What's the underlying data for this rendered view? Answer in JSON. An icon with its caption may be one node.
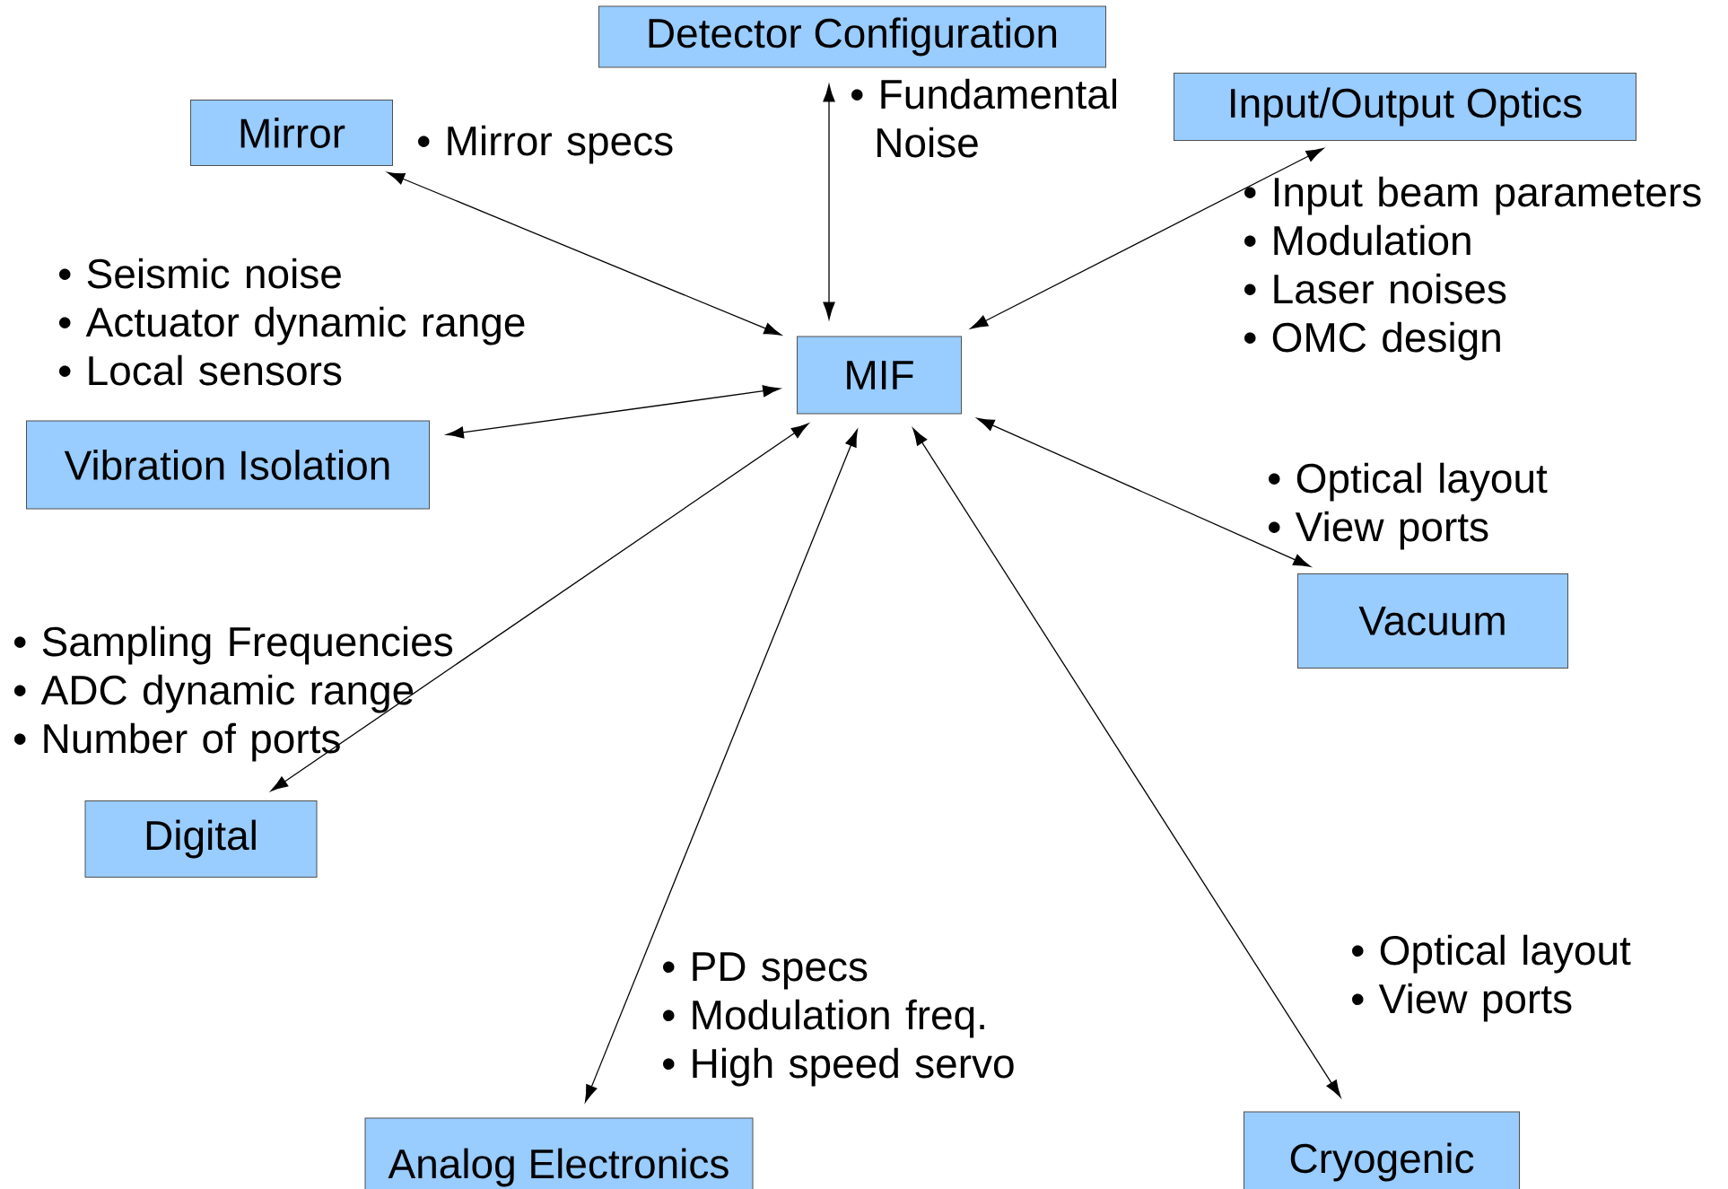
{
  "diagram": {
    "nodes": [
      {
        "text": [
          "Detector Configuration"
        ],
        "beside": [
          "• Fundamental Noise"
        ]
      },
      {
        "text": [
          "Mirror"
        ],
        "beside": [
          "• Mirror specs"
        ]
      },
      {
        "text": [
          "Input/Output Optics"
        ],
        "beside": [
          "• Input beam parameters",
          "• Modulation",
          "• Laser noises",
          "• OMC design"
        ]
      },
      {
        "text": [
          "MIF"
        ]
      },
      {
        "text": [
          "Vibration Isolation"
        ],
        "beside": [
          "• Seismic noise",
          "• Actuator dynamic range",
          "• Local sensors"
        ]
      },
      {
        "text": [
          "Vacuum"
        ],
        "beside": [
          "• Optical layout",
          "• View ports"
        ]
      },
      {
        "text": [
          "Digital"
        ],
        "beside": [
          "• Sampling Frequencies",
          "• ADC dynamic range",
          "• Number of ports"
        ]
      },
      {
        "text": [
          "Analog Electronics"
        ],
        "beside": [
          "• PD specs",
          "• Modulation freq.",
          "• High speed servo"
        ]
      },
      {
        "text": [
          "Cryogenic"
        ],
        "beside": [
          "• Optical layout",
          "• View ports"
        ]
      }
    ],
    "edges": [
      {
        "from": 3,
        "to": 0,
        "arrow": "both"
      },
      {
        "from": 3,
        "to": 1,
        "arrow": "both"
      },
      {
        "from": 3,
        "to": 2,
        "arrow": "both"
      },
      {
        "from": 3,
        "to": 4,
        "arrow": "both"
      },
      {
        "from": 3,
        "to": 5,
        "arrow": "both"
      },
      {
        "from": 3,
        "to": 6,
        "arrow": "both"
      },
      {
        "from": 3,
        "to": 7,
        "arrow": "both"
      },
      {
        "from": 3,
        "to": 8,
        "arrow": "both"
      }
    ]
  }
}
